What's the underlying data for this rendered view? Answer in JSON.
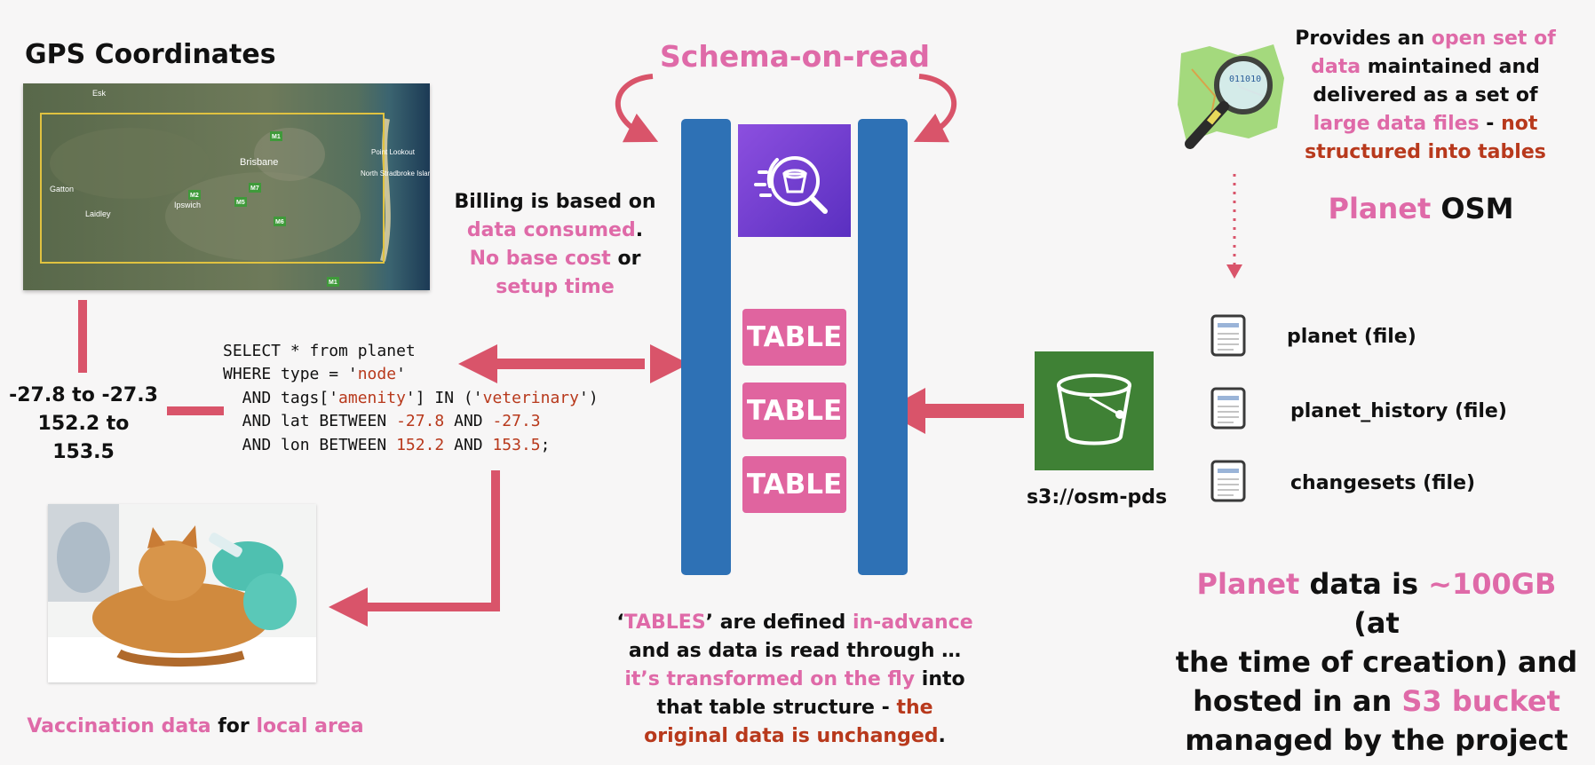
{
  "gps": {
    "title": "GPS Coordinates",
    "map_labels": [
      "Esk",
      "Brisbane",
      "Gatton",
      "Laidley",
      "Ipswich",
      "Point Lookout",
      "North Stradbroke Island",
      "M1",
      "M2",
      "M5",
      "M6",
      "M7"
    ],
    "lat_range": "-27.8 to -27.3",
    "lon_range": "152.2 to 153.5"
  },
  "sql": {
    "line1": "SELECT * from planet",
    "line2_pre": "WHERE type = '",
    "line2_val": "node",
    "line2_post": "'",
    "line3_pre": "  AND tags['",
    "line3_key": "amenity",
    "line3_mid": "'] IN ('",
    "line3_val": "veterinary",
    "line3_post": "')",
    "line4_pre": "  AND lat BETWEEN ",
    "line4_a": "-27.8",
    "line4_and": " AND ",
    "line4_b": "-27.3",
    "line5_pre": "  AND lon BETWEEN ",
    "line5_a": "152.2",
    "line5_and": " AND ",
    "line5_b": "153.5",
    "line5_post": ";"
  },
  "billing": {
    "line1": "Billing is based on",
    "data_consumed": "data consumed",
    "period": ".",
    "no_base_cost": "No base cost",
    "or": " or",
    "setup_time": "setup time"
  },
  "schema": {
    "title": "Schema-on-read"
  },
  "tables": [
    "TABLE",
    "TABLE",
    "TABLE"
  ],
  "tables_note": {
    "q_open": "‘",
    "tables_word": "TABLES",
    "q_close_text": "’ are defined ",
    "in_advance": "in-advance",
    "line2": "and as data is read through …",
    "transformed": "it’s transformed on the fly",
    "into": " into",
    "line4": "that table structure - ",
    "the": "the",
    "original": "original data is unchanged",
    "end": "."
  },
  "osm": {
    "desc_1": "Provides an ",
    "open_set": "open set of",
    "data_word": "data",
    "desc_2": " maintained and",
    "desc_3": "delivered as a set of",
    "large_files": "large data files",
    "dash": " - ",
    "not": "not",
    "structured": "structured into tables",
    "planet": "Planet",
    "osm_word": " OSM"
  },
  "s3": {
    "label": "s3://osm-pds"
  },
  "files": [
    "planet (file)",
    "planet_history (file)",
    "changesets (file)"
  ],
  "planet_data": {
    "planet": "Planet",
    "data_is": " data is ",
    "size": "~100GB",
    "at": " (at",
    "line2": "the time of creation) and",
    "line3_pre": "hosted in an ",
    "s3_bucket": "S3 bucket",
    "line4": "managed by the project"
  },
  "vaccination": {
    "vacc_data": "Vaccination data",
    "for": " for ",
    "local_area": "local area"
  },
  "colors": {
    "pink": "#df6aa8",
    "dark_red": "#b8391c",
    "arrow": "#d9546a",
    "pillar_blue": "#2e71b5",
    "table_pink": "#e0649f",
    "s3_green": "#3f8135",
    "athena_purple": "#6b3bd0"
  },
  "icons": [
    "athena-icon",
    "s3-bucket-icon",
    "osm-map-magnifier-icon",
    "file-icon"
  ]
}
